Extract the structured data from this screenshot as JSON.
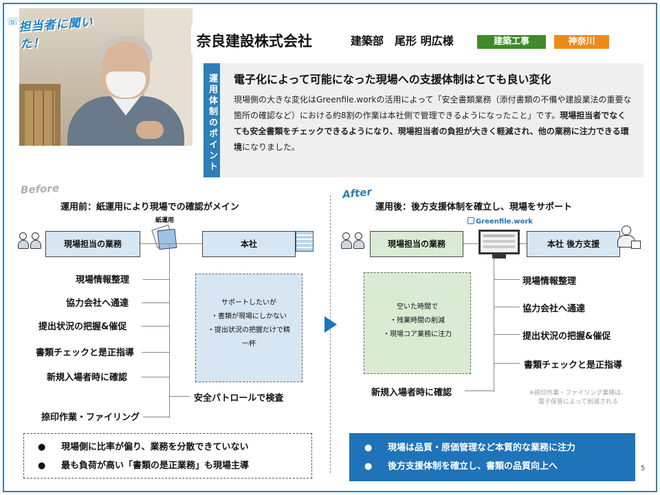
{
  "header": {
    "badge": "担当者に聞いた！",
    "company": "奈良建設株式会社",
    "person": "建築部　尾形 明広様",
    "tags": [
      "建築工事",
      "神奈川"
    ]
  },
  "point": {
    "vertical_label": "運用体制のポイント",
    "title": "電子化によって可能になった現場への支援体制はとても良い変化",
    "body_1": "現場側の大きな変化はGreenfile.workの活用によって「安全書類業務（添付書類の不備や建設業法の重要な箇所の確認など）における約8割の作業は本社側で管理できるようになったこと」です。",
    "body_bold": "現場担当者でなくても安全書類をチェックできるようになり、現場担当者の負担が大きく軽減され、他の業務に注力できる環境",
    "body_2": "になりました。"
  },
  "before": {
    "label": "Before",
    "title": "運用前：紙運用により現場での確認がメイン",
    "site_box": "現場担当の業務",
    "hq_box": "本社",
    "paper_label": "紙運用",
    "tasks": [
      "現場情報整理",
      "協力会社へ通達",
      "提出状況の把握&催促",
      "書類チェックと是正指導",
      "新規入場者時に確認",
      "捺印作業・ファイリング"
    ],
    "patrol": "安全パトロールで検査",
    "support": [
      "サポートしたいが",
      "・書類が現場にしかない",
      "・提出状況の把握だけで精",
      "一杯"
    ],
    "summary": [
      "現場側に比率が偏り、業務を分散できていない",
      "最も負荷が高い「書類の是正業務」も現場主導"
    ]
  },
  "after": {
    "label": "After",
    "title": "運用後：後方支援体制を確立し、現場をサポート",
    "site_box": "現場担当の業務",
    "hq_box": "本社 後方支援",
    "logo": "Greenfile.work",
    "free_time": [
      "空いた時間で",
      "・残業時間の削減",
      "・現場コア業務に注力"
    ],
    "hq_tasks": [
      "現場情報整理",
      "協力会社へ通達",
      "提出状況の把握&催促",
      "書類チェックと是正指導"
    ],
    "site_task": "新規入場者時に確認",
    "note": [
      "※捺印作業・ファイリング業務は、",
      "電子保管によって削減される"
    ],
    "summary": [
      "現場は品質・原価管理など本質的な業務に注力",
      "後方支援体制を確立し、書類の品質向上へ"
    ]
  },
  "bullet": "●",
  "page_number": "5",
  "colors": {
    "accent": "#2e7fb8",
    "green_tag": "#3f8a2a",
    "orange_tag": "#ee8a1a",
    "after_banner": "#1f73b8"
  }
}
